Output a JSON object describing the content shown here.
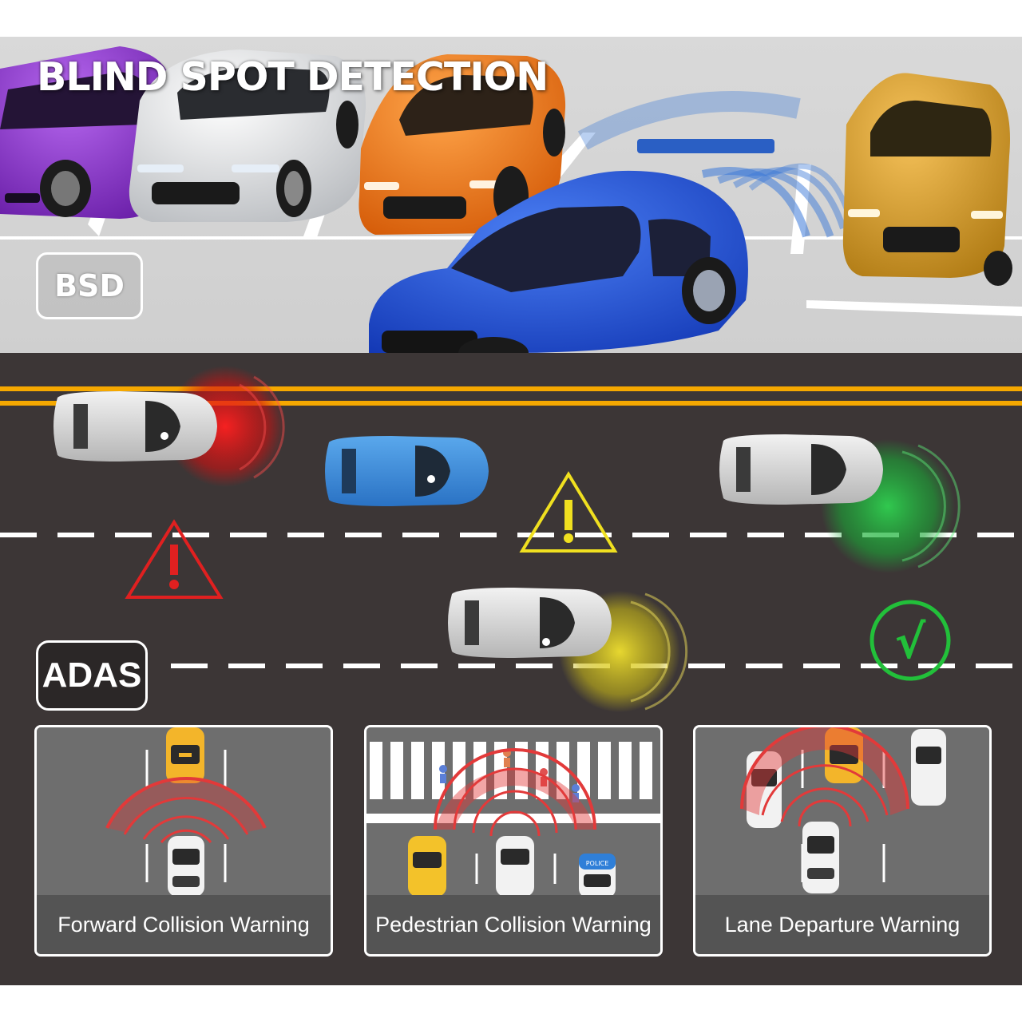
{
  "bsd": {
    "title": "BLIND SPOT DETECTION",
    "badge": "BSD"
  },
  "adas": {
    "badge": "ADAS",
    "check_mark": "√",
    "warning_glyph": "!"
  },
  "panels": [
    {
      "caption": "Forward Collision Warning"
    },
    {
      "caption": "Pedestrian Collision Warning",
      "sign_text": "POLICE"
    },
    {
      "caption": "Lane Departure Warning"
    }
  ],
  "colors": {
    "danger": "#e02020",
    "caution": "#f0e020",
    "safe": "#22c03a",
    "road_line_yellow": "#f5a800",
    "radar_blue": "#3a78d8"
  },
  "icons": [
    "warning-triangle-icon",
    "check-circle-icon"
  ]
}
